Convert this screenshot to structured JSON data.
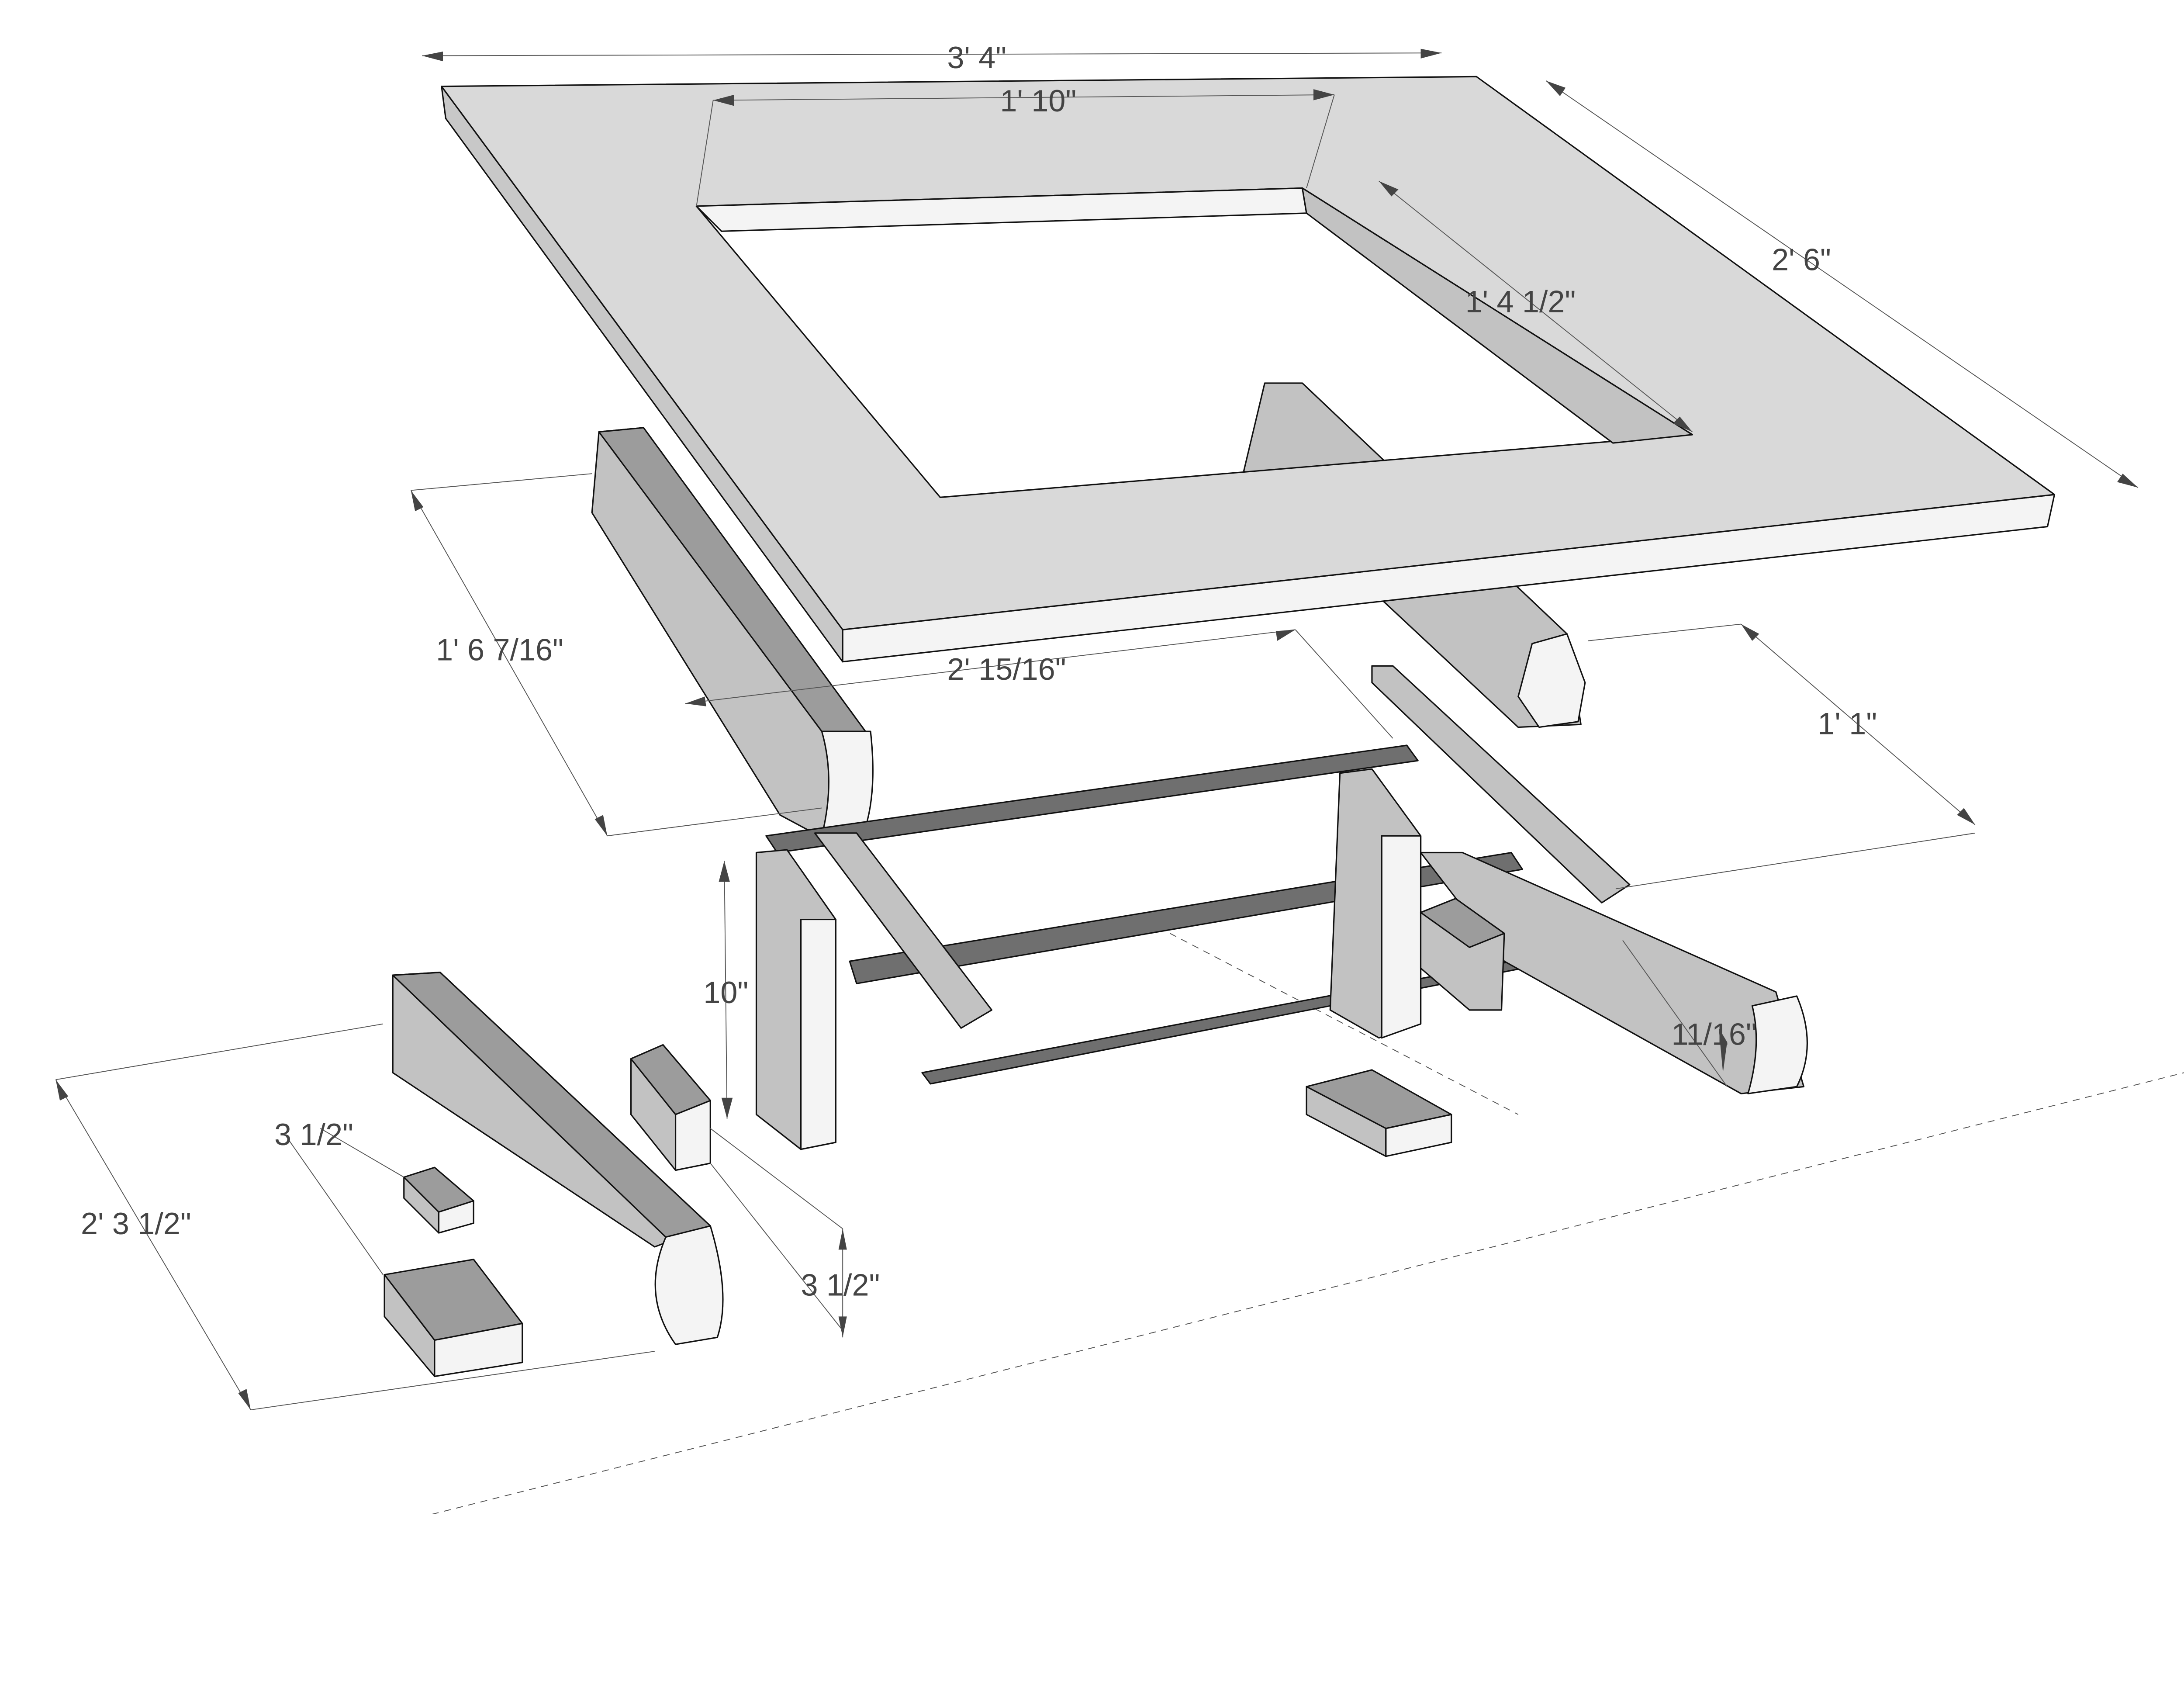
{
  "diagram": {
    "type": "exploded-assembly",
    "colors": {
      "light_face": "#d9d9d9",
      "mid_face": "#c2c2c2",
      "dark_face": "#9c9c9c",
      "slat": "#6f6f6f",
      "end_face": "#f4f4f4"
    },
    "dimensions": {
      "top_width": "3' 4\"",
      "opening_width": "1' 10\"",
      "top_depth": "2' 6\"",
      "opening_depth": "1' 4 1/2\"",
      "side_rail_length": "1' 6 7/16\"",
      "slat_length": "2' 15/16\"",
      "rail_spacing": "1' 1\"",
      "post_height": "10\"",
      "rail_thickness": "11/16\"",
      "base_length": "2' 3 1/2\"",
      "block_size": "3 1/2\"",
      "foot_size": "3 1/2\""
    }
  }
}
